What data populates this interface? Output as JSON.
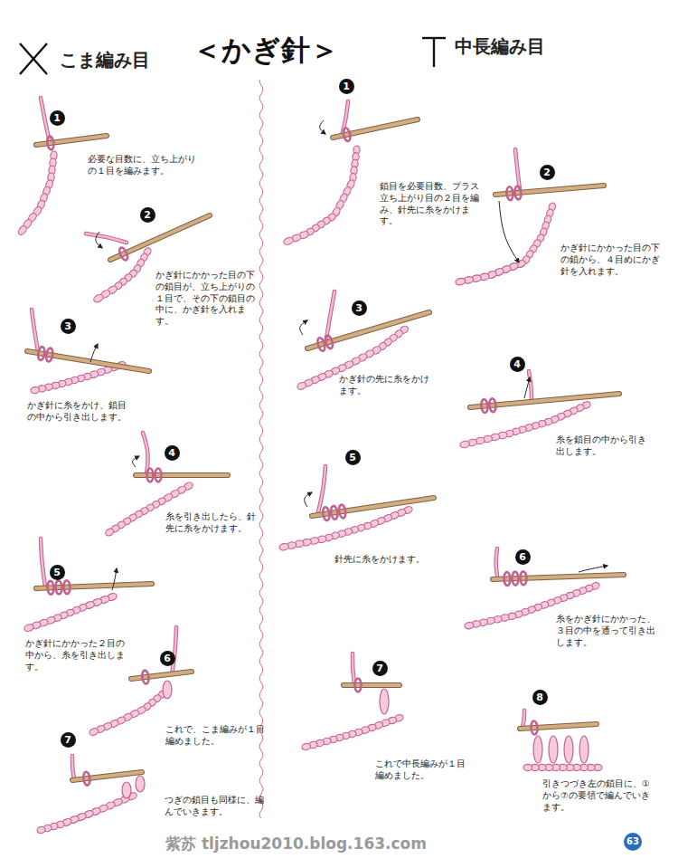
{
  "diagram": {
    "title": "＜かぎ針＞",
    "nodes": [
      {
        "text": [
          "1"
        ]
      },
      {
        "text": [
          "2"
        ]
      },
      {
        "text": [
          "3"
        ]
      },
      {
        "text": [
          "4"
        ]
      },
      {
        "text": [
          "5"
        ]
      },
      {
        "text": [
          "6"
        ]
      },
      {
        "text": [
          "7"
        ]
      },
      {
        "text": [
          "1"
        ]
      },
      {
        "text": [
          "2"
        ]
      },
      {
        "text": [
          "3"
        ]
      },
      {
        "text": [
          "4"
        ]
      },
      {
        "text": [
          "5"
        ]
      },
      {
        "text": [
          "6"
        ]
      },
      {
        "text": [
          "7"
        ]
      },
      {
        "text": [
          "8"
        ]
      },
      {
        "text": [
          "63"
        ]
      }
    ],
    "labels": [
      "こま編み目",
      "中長編み目",
      "必要な目数に、立ち上がりの１目を編みます。",
      "かぎ針にかかった目の下の鎖目が、立ち上がりの１目で、その下の鎖目の中に、かぎ針を入れます。",
      "かぎ針に糸をかけ、鎖目の中から引き出します。",
      "糸を引き出したら、針先に糸をかけます。",
      "かぎ針にかかった２目の中から、糸を引き出します。",
      "これで、こま編みが１目編めました。",
      "つぎの鎖目も同様に、編んでいきます。",
      "鎖目を必要目数、プラス立ち上がり目の２目を編み、針先に糸をかけます。",
      "かぎ針にかかった目の下の鎖から、４目めにかぎ針を入れます。",
      "かぎ針の先に糸をかけます。",
      "糸を鎖目の中から引き出します。",
      "針先に糸をかけます。",
      "糸をかぎ針にかかった、３目の中を通って引き出します。",
      "これで中長編みが１目編めました。",
      "引きつづき左の鎖目に、①から⑦の要領で編んでいきます。",
      "紫苏 tljzhou2010.blog.163.com"
    ]
  }
}
